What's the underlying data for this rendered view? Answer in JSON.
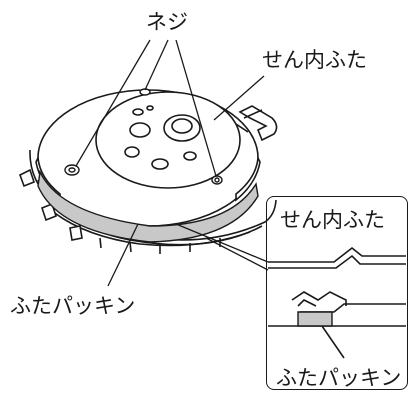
{
  "labels": {
    "screws": "ネジ",
    "inner_lid": "せん内ふた",
    "lid_gasket": "ふたパッキン",
    "inset_inner_lid": "せん内ふた",
    "inset_lid_gasket": "ふたパッキン"
  },
  "colors": {
    "line": "#1a1a1a",
    "gasket_fill": "#c8c8c8",
    "background": "#ffffff"
  }
}
